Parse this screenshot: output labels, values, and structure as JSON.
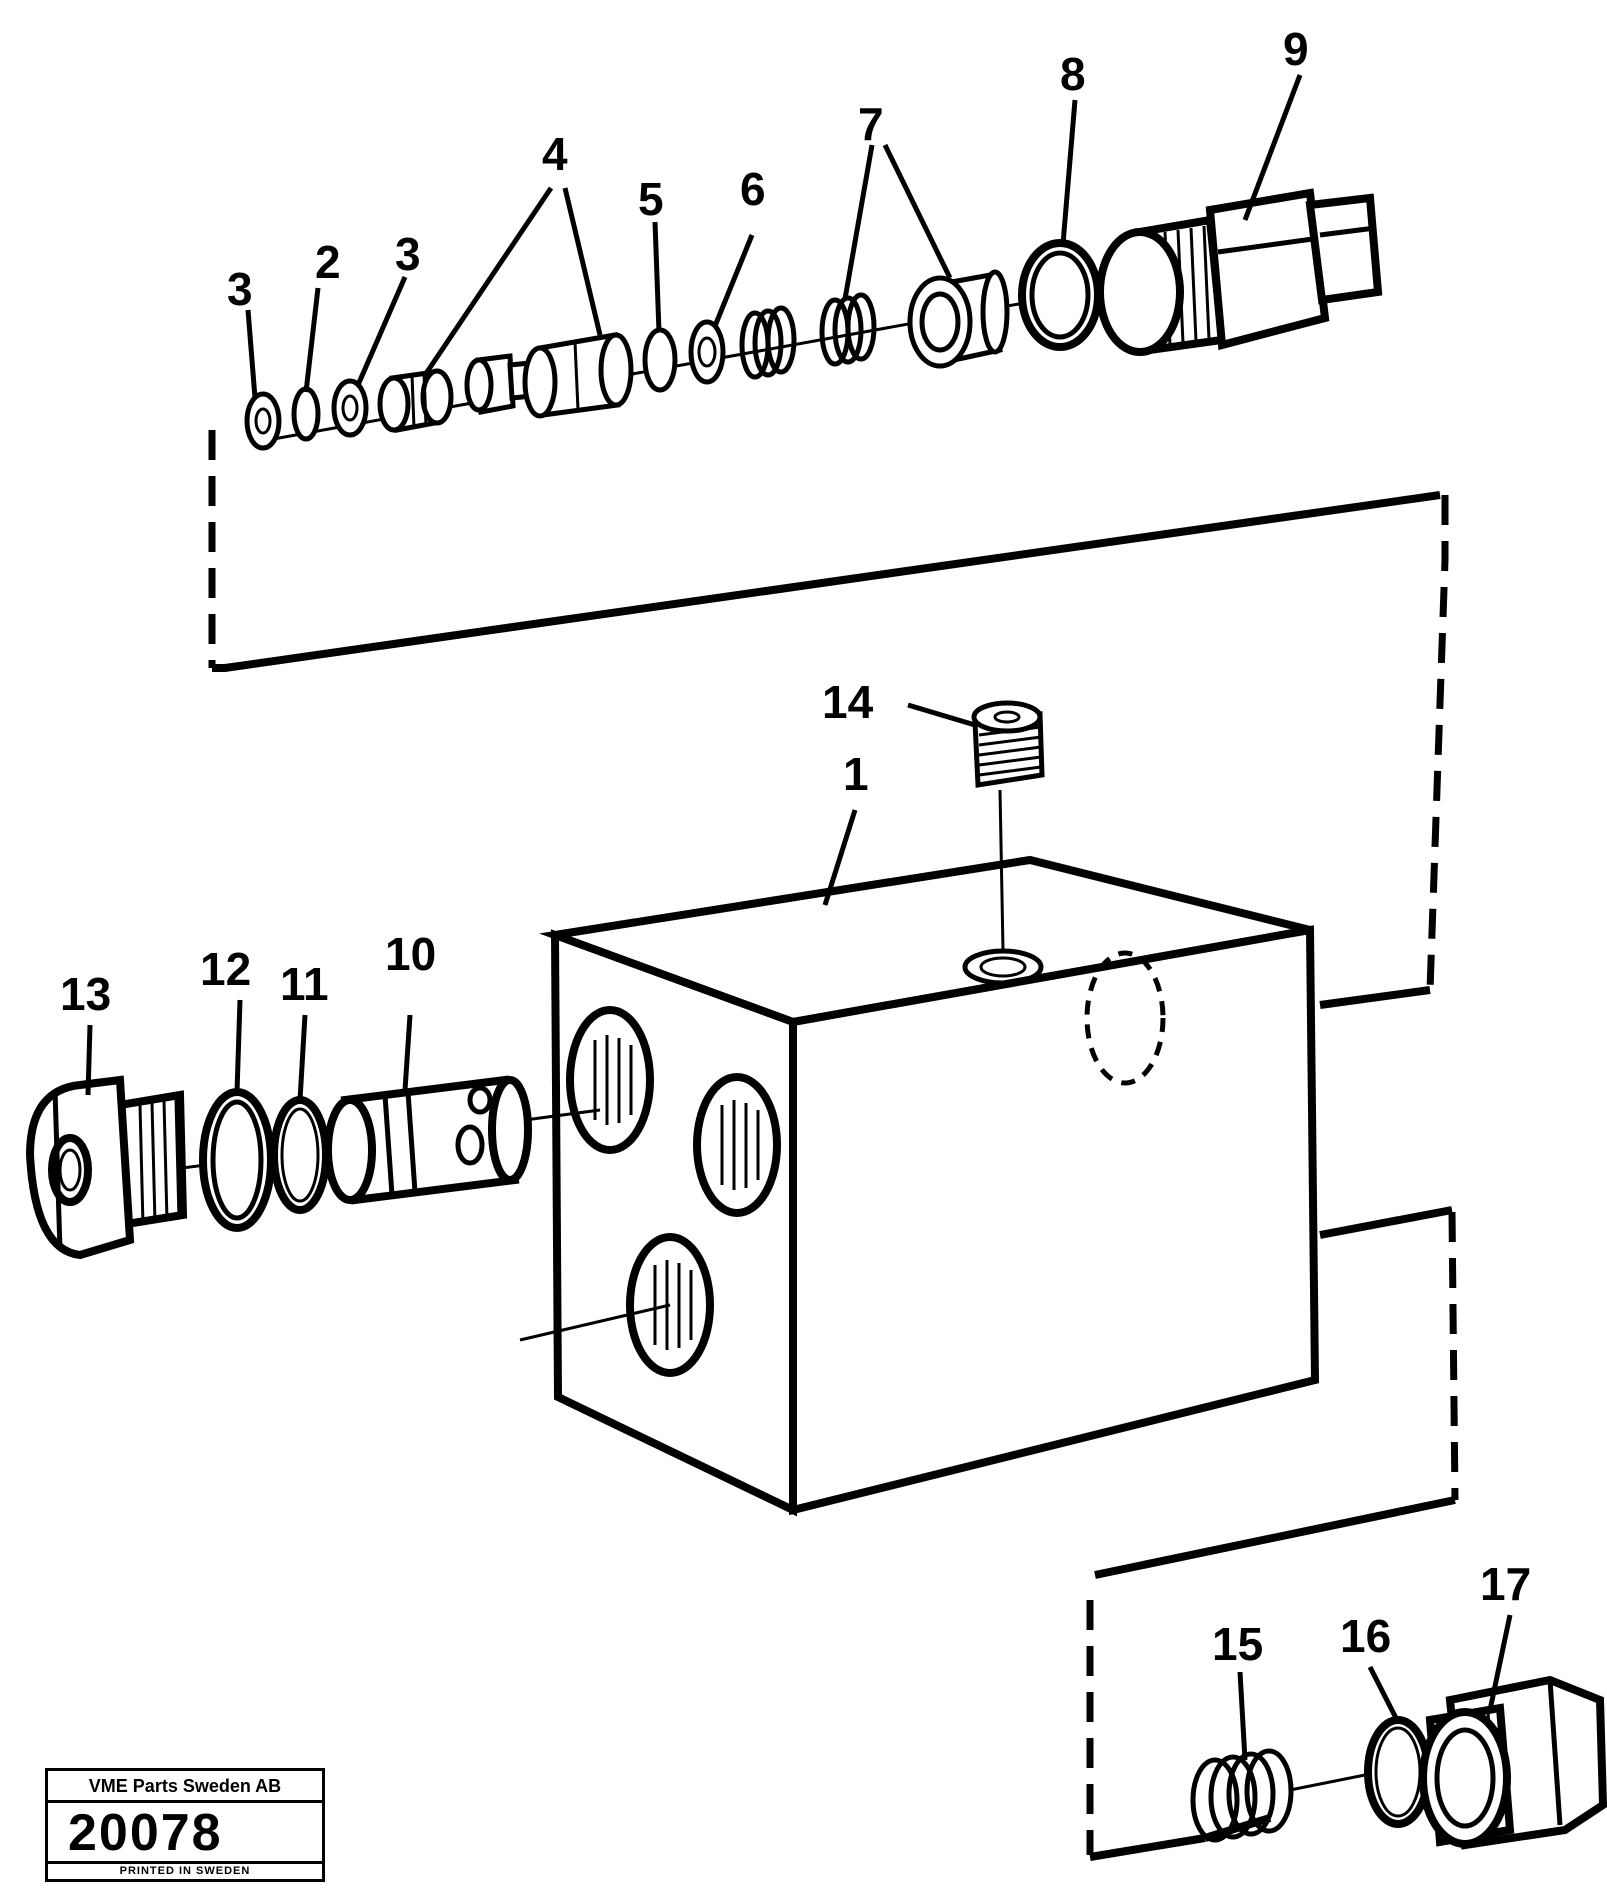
{
  "diagram": {
    "labels": {
      "p1": "1",
      "p2": "2",
      "p3a": "3",
      "p3b": "3",
      "p4": "4",
      "p5": "5",
      "p6": "6",
      "p7": "7",
      "p8": "8",
      "p9": "9",
      "p10": "10",
      "p11": "11",
      "p12": "12",
      "p13": "13",
      "p14": "14",
      "p15": "15",
      "p16": "16",
      "p17": "17"
    }
  },
  "stamp": {
    "company": "VME Parts Sweden AB",
    "number": "20078",
    "printed": "PRINTED IN SWEDEN"
  }
}
